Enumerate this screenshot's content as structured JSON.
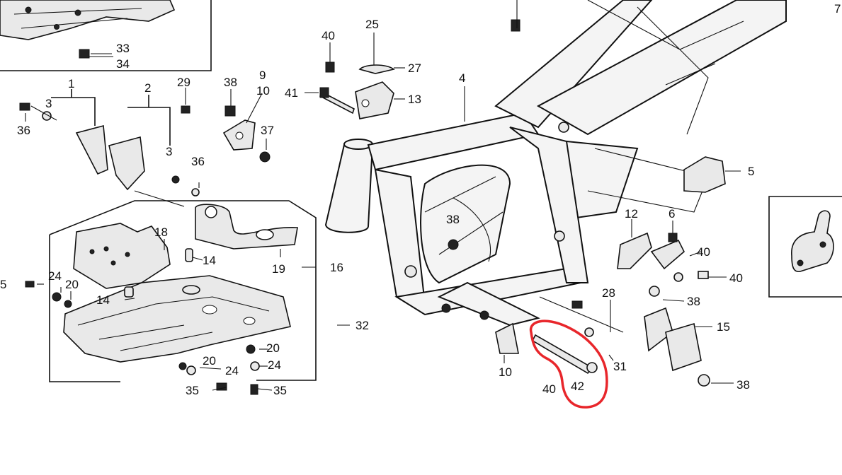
{
  "colors": {
    "ink": "#111111",
    "background": "#ffffff",
    "highlight": "#e8262b"
  },
  "highlight": {
    "part_number": "42"
  },
  "labels": [
    {
      "id": "l7",
      "text": "7"
    },
    {
      "id": "l33",
      "text": "33"
    },
    {
      "id": "l34",
      "text": "34"
    },
    {
      "id": "l40a",
      "text": "40"
    },
    {
      "id": "l25",
      "text": "25"
    },
    {
      "id": "l27",
      "text": "27"
    },
    {
      "id": "l41",
      "text": "41"
    },
    {
      "id": "l13",
      "text": "13"
    },
    {
      "id": "l4",
      "text": "4"
    },
    {
      "id": "l1",
      "text": "1"
    },
    {
      "id": "l2",
      "text": "2"
    },
    {
      "id": "l29",
      "text": "29"
    },
    {
      "id": "l38a",
      "text": "38"
    },
    {
      "id": "l9",
      "text": "9"
    },
    {
      "id": "l10a",
      "text": "10"
    },
    {
      "id": "l3a",
      "text": "3"
    },
    {
      "id": "l36a",
      "text": "36"
    },
    {
      "id": "l37",
      "text": "37"
    },
    {
      "id": "l3b",
      "text": "3"
    },
    {
      "id": "l36b",
      "text": "36"
    },
    {
      "id": "l5",
      "text": "5"
    },
    {
      "id": "l18",
      "text": "18"
    },
    {
      "id": "l14a",
      "text": "14"
    },
    {
      "id": "l19",
      "text": "19"
    },
    {
      "id": "l16",
      "text": "16"
    },
    {
      "id": "l12",
      "text": "12"
    },
    {
      "id": "l6",
      "text": "6"
    },
    {
      "id": "l40b",
      "text": "40"
    },
    {
      "id": "l40c",
      "text": "40"
    },
    {
      "id": "l38b",
      "text": "38"
    },
    {
      "id": "l5b",
      "text": "5"
    },
    {
      "id": "l24a",
      "text": "24"
    },
    {
      "id": "l20a",
      "text": "20"
    },
    {
      "id": "l14b",
      "text": "14"
    },
    {
      "id": "l28",
      "text": "28"
    },
    {
      "id": "l38c",
      "text": "38"
    },
    {
      "id": "l15",
      "text": "15"
    },
    {
      "id": "l32",
      "text": "32"
    },
    {
      "id": "l20b",
      "text": "20"
    },
    {
      "id": "l20c",
      "text": "20"
    },
    {
      "id": "l24b",
      "text": "24"
    },
    {
      "id": "l24c",
      "text": "24"
    },
    {
      "id": "l31",
      "text": "31"
    },
    {
      "id": "l10b",
      "text": "10"
    },
    {
      "id": "l42",
      "text": "42"
    },
    {
      "id": "l40d",
      "text": "40"
    },
    {
      "id": "l38d",
      "text": "38"
    },
    {
      "id": "l35a",
      "text": "35"
    },
    {
      "id": "l35b",
      "text": "35"
    }
  ]
}
